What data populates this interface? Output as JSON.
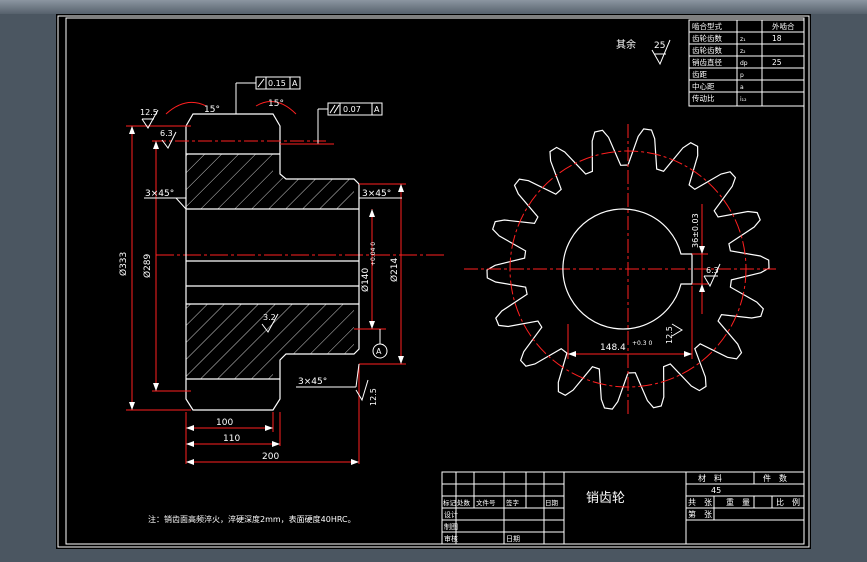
{
  "gear_params": {
    "rows": [
      {
        "label": "啮合型式",
        "symbol": "",
        "value": "外啮合"
      },
      {
        "label": "齿轮齿数",
        "symbol": "z₁",
        "value": "18"
      },
      {
        "label": "齿轮齿数",
        "symbol": "z₂",
        "value": ""
      },
      {
        "label": "销齿直径",
        "symbol": "dp",
        "value": "25"
      },
      {
        "label": "齿距",
        "symbol": "p",
        "value": ""
      },
      {
        "label": "中心距",
        "symbol": "a",
        "value": ""
      },
      {
        "label": "传动比",
        "symbol": "i₁₂",
        "value": ""
      }
    ]
  },
  "roughness_other": {
    "label": "其余",
    "value": "25"
  },
  "tolerances": {
    "runout": {
      "value": "0.15",
      "datum": "A"
    },
    "parallel": {
      "value": "0.07",
      "datum": "A"
    }
  },
  "section_view": {
    "angle_left": "15°",
    "angle_right": "15°",
    "roughness_top": "12.5",
    "roughness_small": "6.3",
    "roughness_bore": "3.2",
    "roughness_side": "12.5",
    "chamfer_top_left": "3×45°",
    "chamfer_top_right": "3×45°",
    "chamfer_bottom": "3×45°",
    "dia_outer": "Ø333",
    "dia_pitch": "Ø289",
    "dia_bore": "Ø140",
    "dia_bore_tol": "+0.04 0",
    "dia_hub": "Ø214",
    "datum": "A",
    "dim_100": "100",
    "dim_110": "110",
    "dim_200": "200"
  },
  "end_view": {
    "keyway_width": "36±0.03",
    "keyway_depth": "148.4",
    "keyway_depth_tol": "+0.3 0",
    "roughness_keyway": "6.3",
    "roughness_bottom": "12.5"
  },
  "note": "注：销齿面高频淬火，淬硬深度2mm，表面硬度40HRC。",
  "title_block": {
    "part_name": "销齿轮",
    "material_header": "材　料",
    "material": "45",
    "piece_header": "件　数",
    "total_label": "共　张",
    "weight_label": "重　量",
    "scale_label": "比　例",
    "sheet_label": "第　张",
    "sheet_no_label": "",
    "rev_headers": [
      "标记",
      "处数",
      "文件号",
      "签字",
      "日期"
    ],
    "designer_label": "设计",
    "drawer_label": "制图",
    "reviewer_label": "审核",
    "date_label": "日期"
  }
}
